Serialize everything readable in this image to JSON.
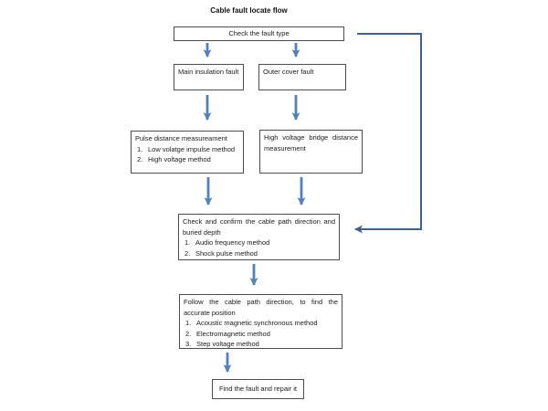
{
  "title": "Cable fault locate flow",
  "colors": {
    "arrow": "#4f81bd",
    "return_line": "#3a648f",
    "box_border": "#4c4c4c",
    "text": "#1a1a1a",
    "background": "#ffffff"
  },
  "boxes": {
    "check_fault_type": {
      "label": "Check the fault type"
    },
    "main_insulation_fault": {
      "label": "Main insulation fault"
    },
    "outer_cover_fault": {
      "label": "Outer cover fault"
    },
    "pulse_distance": {
      "heading": "Pulse distance measureament",
      "items": [
        {
          "num": "1.",
          "text": "Low volatge impulse method"
        },
        {
          "num": "2.",
          "text": "High voltage method"
        }
      ]
    },
    "hv_bridge": {
      "heading": "High voltage bridge distance measurement"
    },
    "path_check": {
      "heading": "Check and confirm the cable path direction and buried depth",
      "items": [
        {
          "num": "1.",
          "text": "Audio frequency method"
        },
        {
          "num": "2.",
          "text": "Shock pulse method"
        }
      ]
    },
    "path_follow": {
      "heading": "Follow the cable path direction, to find the accurate position",
      "items": [
        {
          "num": "1.",
          "text": "Acoustic magnetic synchronous method"
        },
        {
          "num": "2.",
          "text": "Electromagnetic method"
        },
        {
          "num": "3.",
          "text": "Step voltage method"
        }
      ]
    },
    "find_repair": {
      "label": "Find the fault and repair it"
    }
  }
}
